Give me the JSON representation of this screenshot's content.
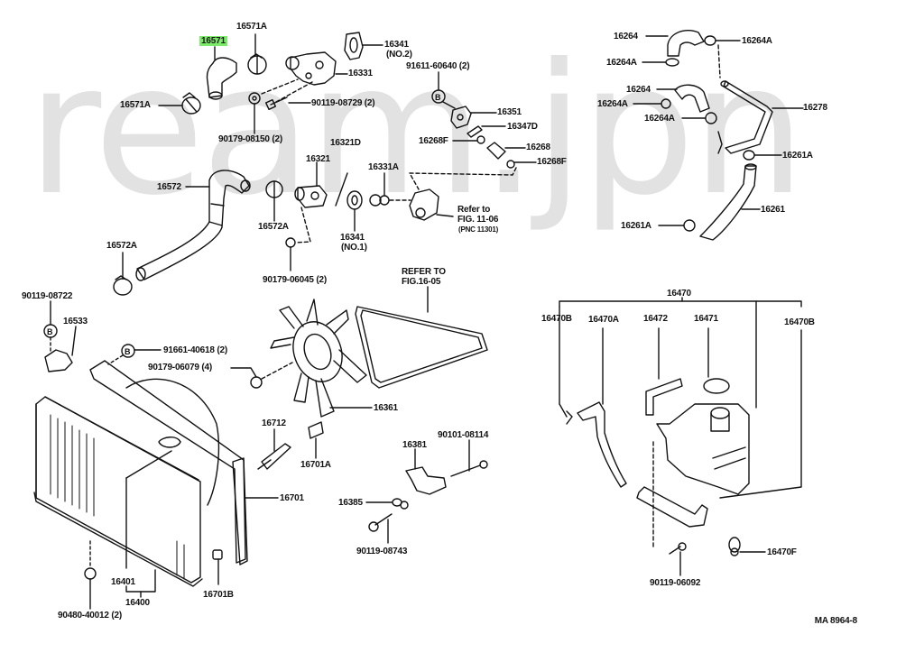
{
  "watermark": "ream.jpn",
  "diagram_code": "MA 8964-8",
  "highlighted_part": "16571",
  "labels": {
    "p16571": "16571",
    "p16571A_top": "16571A",
    "p16571A_left": "16571A",
    "p16341_no2": "16341",
    "p16341_no2_sub": "(NO.2)",
    "p16331": "16331",
    "p90119_08729": "90119-08729 (2)",
    "p90179_08150": "90179-08150 (2)",
    "p91611_60640": "91611-60640 (2)",
    "p16351": "16351",
    "p16347D": "16347D",
    "p16268F_a": "16268F",
    "p16268": "16268",
    "p16268F_b": "16268F",
    "p16321D": "16321D",
    "p16321": "16321",
    "p16331A": "16331A",
    "p16572": "16572",
    "p16572A_a": "16572A",
    "p16572A_b": "16572A",
    "p16341_no1": "16341",
    "p16341_no1_sub": "(NO.1)",
    "p90179_06045": "90179-06045 (2)",
    "refer_11_line1": "Refer to",
    "refer_11_line2": "FIG. 11-06",
    "refer_11_line3": "(PNC 11301)",
    "p16264_a": "16264",
    "p16264A_a": "16264A",
    "p16264A_b": "16264A",
    "p16264_b": "16264",
    "p16264A_c": "16264A",
    "p16264A_d": "16264A",
    "p16278": "16278",
    "p16261A_a": "16261A",
    "p16261": "16261",
    "p16261A_b": "16261A",
    "p90119_08722": "90119-08722",
    "p16533": "16533",
    "p91661_40618": "91661-40618 (2)",
    "p90179_06079": "90179-06079 (4)",
    "refer_16_line1": "REFER TO",
    "refer_16_line2": "FIG.16-05",
    "p16361": "16361",
    "p16712": "16712",
    "p16701A": "16701A",
    "p16701": "16701",
    "p16381": "16381",
    "p90101_08114": "90101-08114",
    "p16385": "16385",
    "p90119_08743": "90119-08743",
    "p16401": "16401",
    "p16400": "16400",
    "p16701B": "16701B",
    "p90480_40012": "90480-40012 (2)",
    "p16470": "16470",
    "p16470B_a": "16470B",
    "p16470A": "16470A",
    "p16472": "16472",
    "p16471": "16471",
    "p16470B_b": "16470B",
    "p16470F": "16470F",
    "p90119_06092": "90119-06092"
  },
  "callout_glyph": "B"
}
